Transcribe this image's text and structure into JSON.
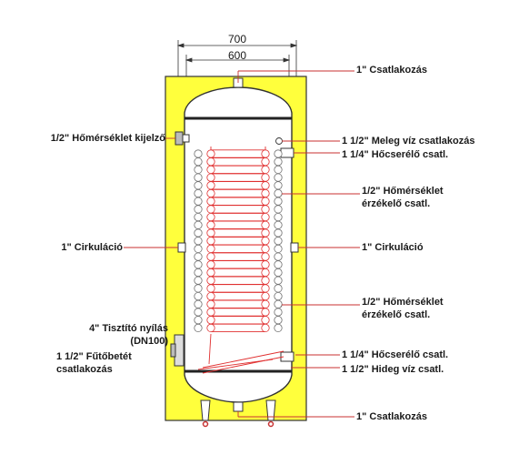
{
  "dimensions": {
    "outer_width": "700",
    "inner_width": "600"
  },
  "labels": {
    "top_connection": "1\" Csatlakozás",
    "thermometer": "1/2\" Hőmérséklet kijelző",
    "hot_water": "1 1/2\" Meleg víz csatlakozás",
    "exchanger_top": "1 1/4\" Hőcserélő  csatl.",
    "sensor_upper": "1/2\" Hőmérséklet\nérzékelő csatl.",
    "circulation_left": "1\" Cirkuláció",
    "circulation_right": "1\" Cirkuláció",
    "sensor_lower": "1/2\" Hőmérséklet\nérzékelő csatl.",
    "cleaning_opening": "4\" Tisztító nyílás\n(DN100)",
    "heating_element": "1 1/2\" Fűtőbetét\ncsatlakozás",
    "exchanger_bottom": "1 1/4\" Hőcserélő  csatl.",
    "cold_water": "1 1/2\" Hideg víz csatl.",
    "bottom_connection": "1\" Csatlakozás"
  },
  "colors": {
    "insulation": "#ffff3c",
    "outline": "#333333",
    "coil_red": "#e03030",
    "leader": "#c83232",
    "coil_gray": "#6e6e6e"
  }
}
